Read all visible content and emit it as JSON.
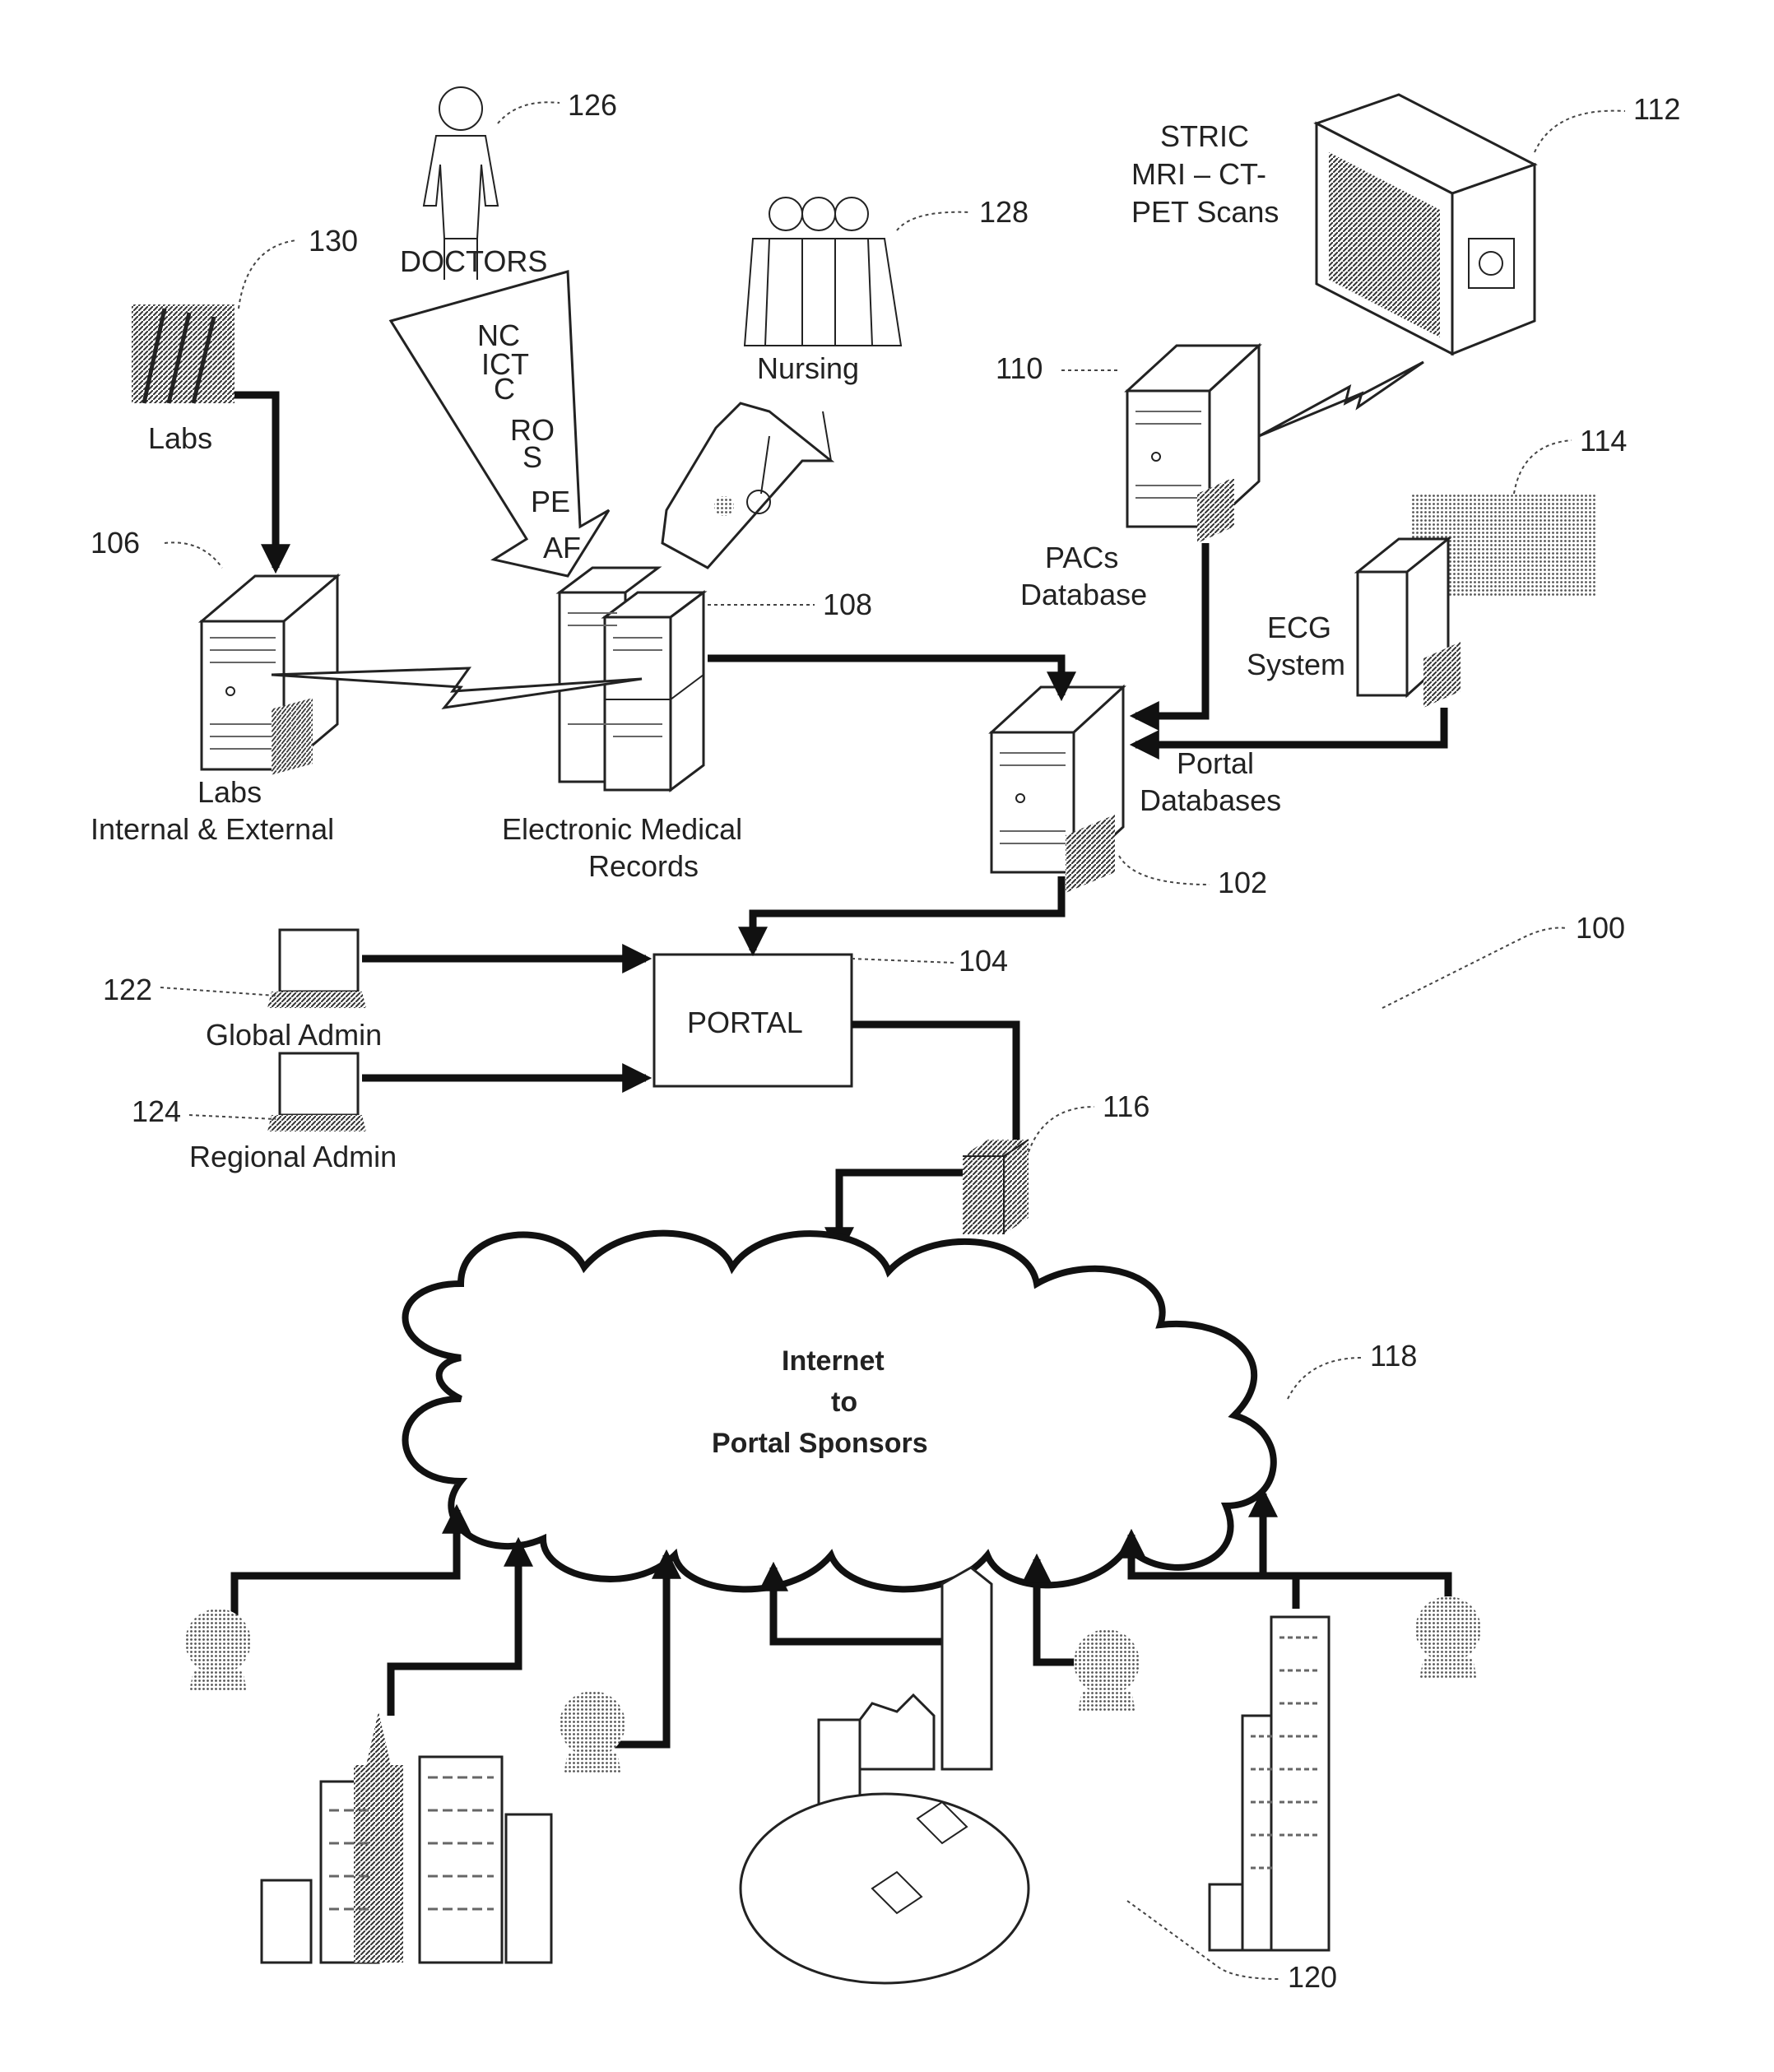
{
  "labels": {
    "doctors": "DOCTORS",
    "nursing": "Nursing",
    "labs_top": "Labs",
    "labs_internal_1": "Labs",
    "labs_internal_2": "Internal & External",
    "emr_1": "Electronic Medical",
    "emr_2": "Records",
    "pacs_1": "PACs",
    "pacs_2": "Database",
    "ecg_1": "ECG",
    "ecg_2": "System",
    "portal_db_1": "Portal",
    "portal_db_2": "Databases",
    "stric_1": "STRIC",
    "stric_2": "MRI – CT-",
    "stric_3": "PET Scans",
    "portal": "PORTAL",
    "global_admin": "Global Admin",
    "regional_admin": "Regional Admin",
    "internet_1": "Internet",
    "internet_2": "to",
    "internet_3": "Portal Sponsors",
    "arrow_nc": "NC",
    "arrow_ict": "ICT",
    "arrow_c": "C",
    "arrow_ro": "RO",
    "arrow_s": "S",
    "arrow_pe": "PE",
    "arrow_af": "AF"
  },
  "refs": {
    "r100": "100",
    "r102": "102",
    "r104": "104",
    "r106": "106",
    "r108": "108",
    "r110": "110",
    "r112": "112",
    "r114": "114",
    "r116": "116",
    "r118": "118",
    "r120": "120",
    "r122": "122",
    "r124": "124",
    "r126": "126",
    "r128": "128",
    "r130": "130"
  },
  "colors": {
    "line": "#111111",
    "text": "#222222",
    "background": "#ffffff"
  }
}
